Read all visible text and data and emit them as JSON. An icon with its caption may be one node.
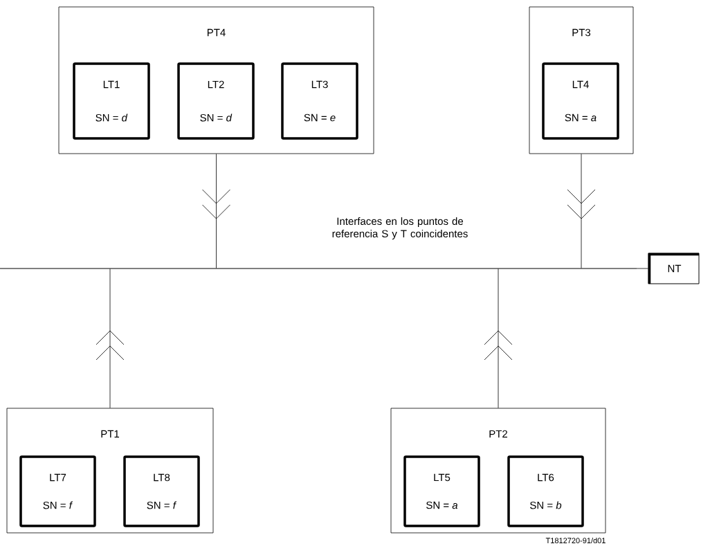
{
  "diagram": {
    "nodes": [
      {
        "text": [
          "PT4"
        ]
      },
      {
        "text": [
          "LT1",
          "SN = *d*"
        ],
        "in": 0
      },
      {
        "text": [
          "LT2",
          "SN = *d*"
        ],
        "in": 0
      },
      {
        "text": [
          "LT3",
          "SN = *e*"
        ],
        "in": 0
      },
      {
        "text": [
          "PT3"
        ]
      },
      {
        "text": [
          "LT4",
          "SN = *a*"
        ],
        "in": 4
      },
      {
        "text": [],
        "shape": "bar"
      },
      {
        "text": [
          "NT"
        ]
      },
      {
        "text": [
          "PT1"
        ]
      },
      {
        "text": [
          "LT7",
          "SN = *f*"
        ],
        "in": 8
      },
      {
        "text": [
          "LT8",
          "SN = *f*"
        ],
        "in": 8
      },
      {
        "text": [
          "PT2"
        ]
      },
      {
        "text": [
          "LT5",
          "SN = *a*"
        ],
        "in": 11
      },
      {
        "text": [
          "LT6",
          "SN = *b*"
        ],
        "in": 11
      }
    ],
    "edges": [
      {
        "from": 0,
        "to": 6,
        "arrow": "to"
      },
      {
        "from": 4,
        "to": 6,
        "arrow": "to"
      },
      {
        "from": 8,
        "to": 6,
        "arrow": "to"
      },
      {
        "from": 11,
        "to": 6,
        "arrow": "to"
      },
      {
        "from": 6,
        "to": 7,
        "arrow": "none"
      }
    ],
    "labels": [
      "Interfaces en los puntos de referencia S y T coincidentes",
      "T1812720-91/d01"
    ]
  }
}
